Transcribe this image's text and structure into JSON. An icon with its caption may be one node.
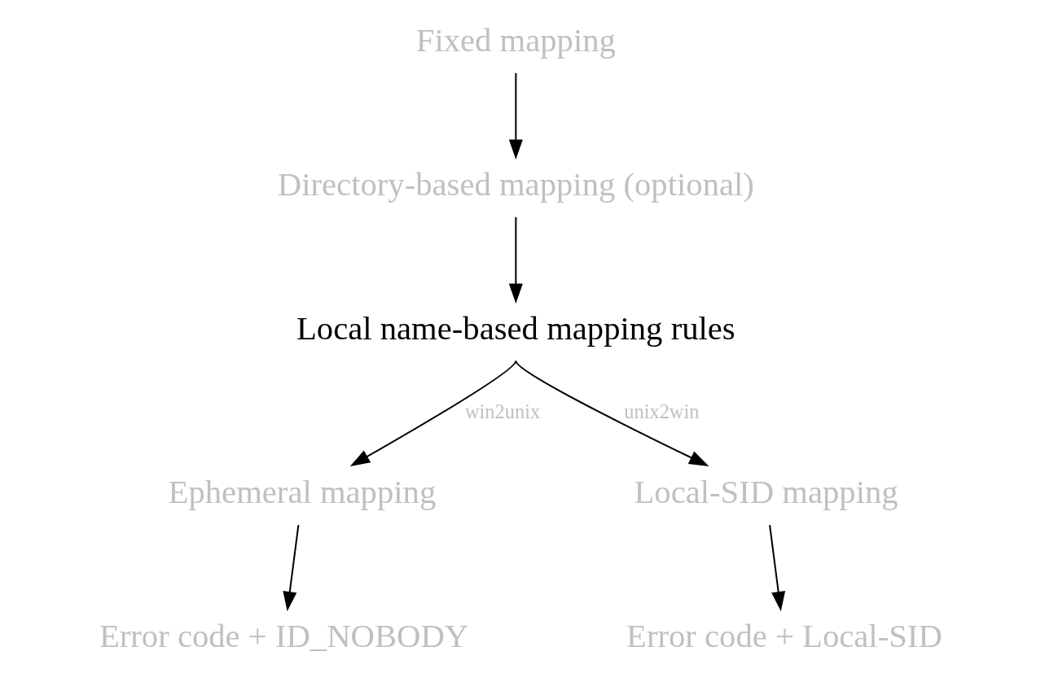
{
  "diagram": {
    "nodes": [
      {
        "text": [
          "Fixed mapping"
        ]
      },
      {
        "text": [
          "Directory-based mapping (optional)"
        ]
      },
      {
        "text": [
          "Local name-based mapping rules"
        ]
      },
      {
        "text": [
          "Ephemeral mapping"
        ]
      },
      {
        "text": [
          "Local-SID mapping"
        ]
      },
      {
        "text": [
          "Error code + ID_NOBODY"
        ]
      },
      {
        "text": [
          "Error code + Local-SID"
        ]
      }
    ],
    "edges": [
      {
        "from": 0,
        "to": 1,
        "arrow": "to"
      },
      {
        "from": 1,
        "to": 2,
        "arrow": "to"
      },
      {
        "from": 2,
        "to": 3,
        "arrow": "to",
        "label": "win2unix"
      },
      {
        "from": 2,
        "to": 4,
        "arrow": "to",
        "label": "unix2win"
      },
      {
        "from": 3,
        "to": 5,
        "arrow": "to"
      },
      {
        "from": 4,
        "to": 6,
        "arrow": "to"
      }
    ]
  }
}
